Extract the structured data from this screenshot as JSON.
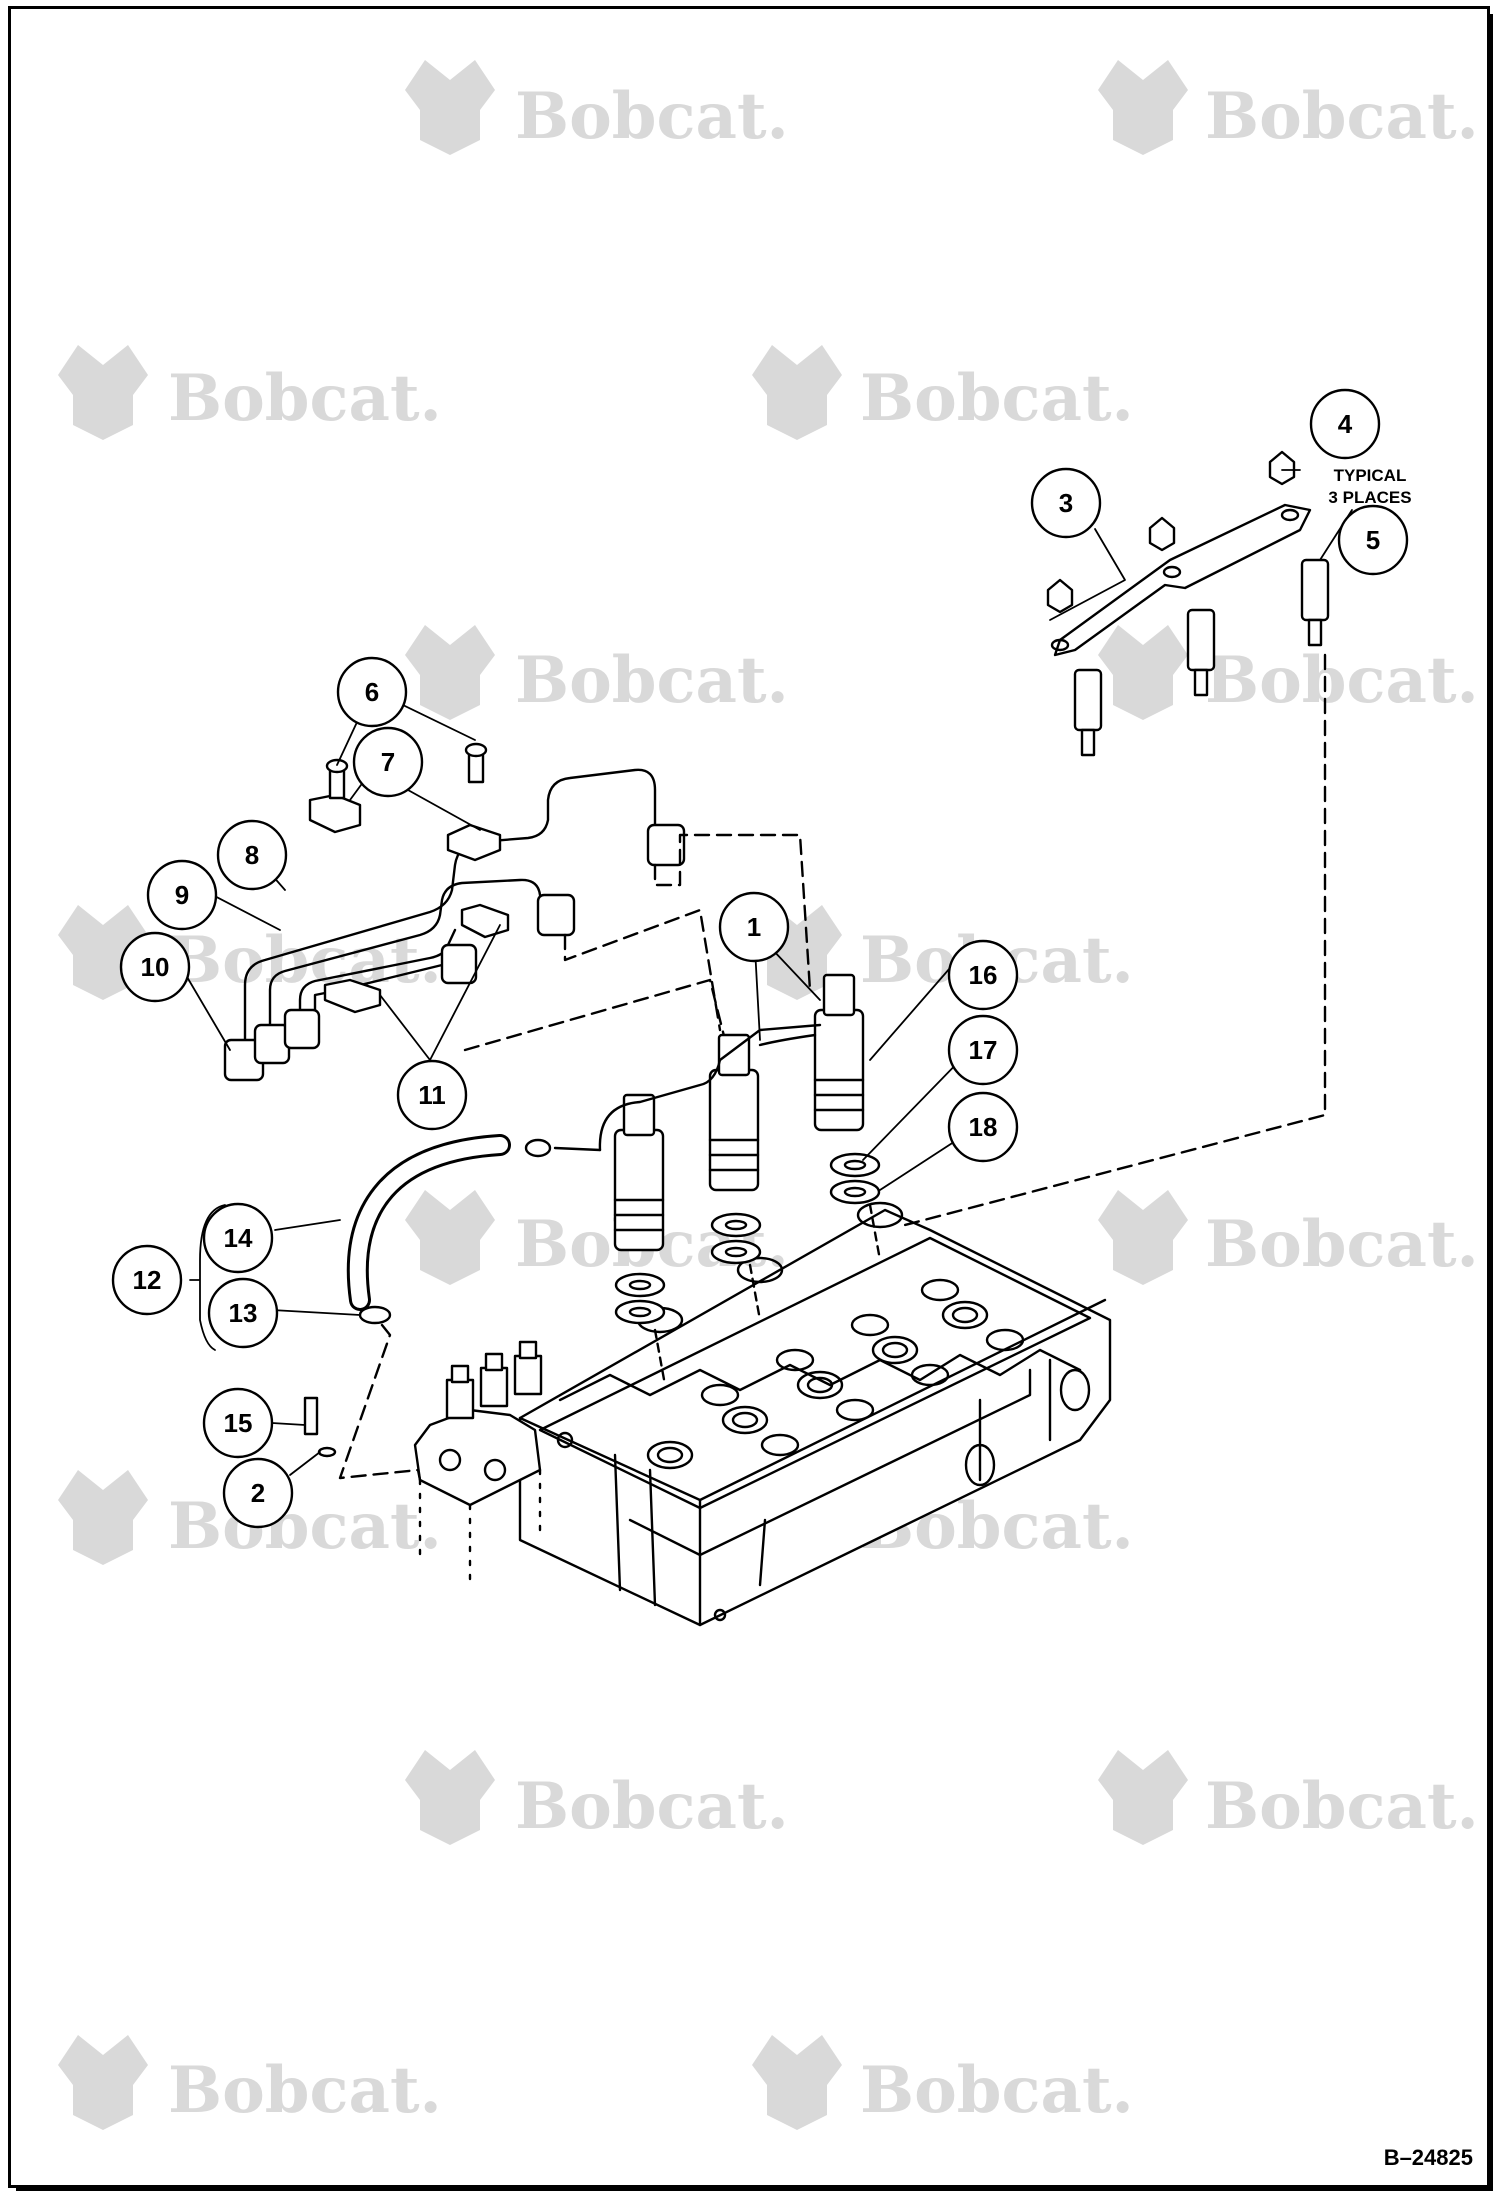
{
  "watermark": {
    "text": "Bobcat.",
    "color": "#d9d9d9"
  },
  "figure_id": "B–24825",
  "note": {
    "line1": "TYPICAL",
    "line2": "3 PLACES"
  },
  "callouts": [
    "1",
    "2",
    "3",
    "4",
    "5",
    "6",
    "7",
    "8",
    "9",
    "10",
    "11",
    "12",
    "13",
    "14",
    "15",
    "16",
    "17",
    "18"
  ]
}
